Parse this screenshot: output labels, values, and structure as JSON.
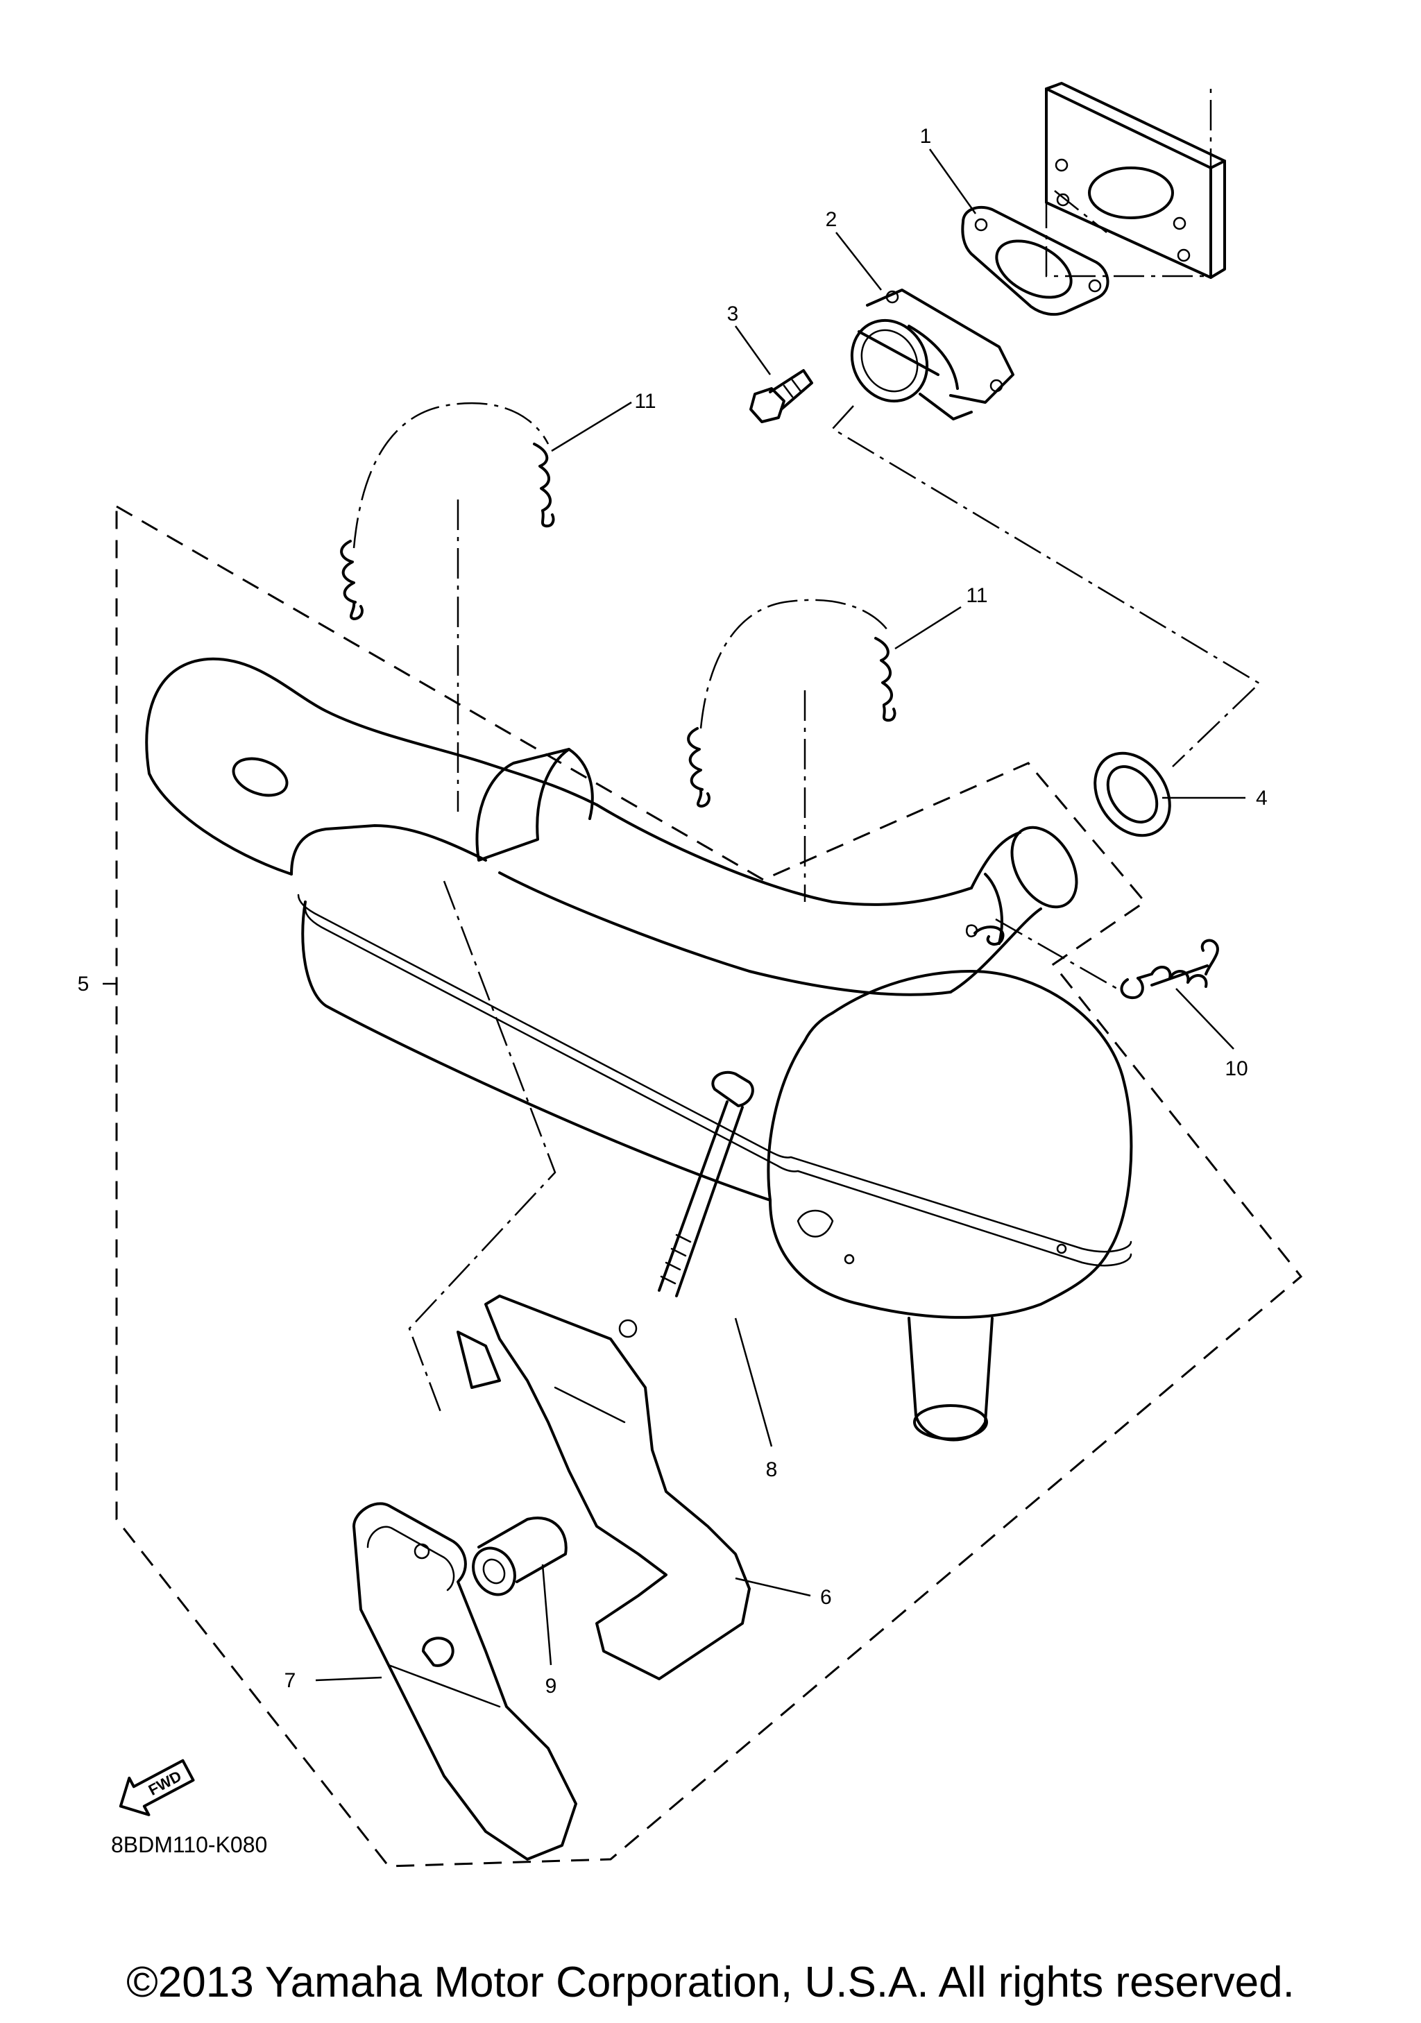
{
  "diagram_code": "8BDM110-K080",
  "copyright": "©2013 Yamaha Motor Corporation, U.S.A. All rights reserved.",
  "fwd_label": "FWD",
  "callouts": {
    "c1": "1",
    "c2": "2",
    "c3": "3",
    "c4": "4",
    "c5": "5",
    "c6": "6",
    "c7": "7",
    "c8": "8",
    "c9": "9",
    "c10": "10",
    "c11a": "11",
    "c11b": "11"
  }
}
